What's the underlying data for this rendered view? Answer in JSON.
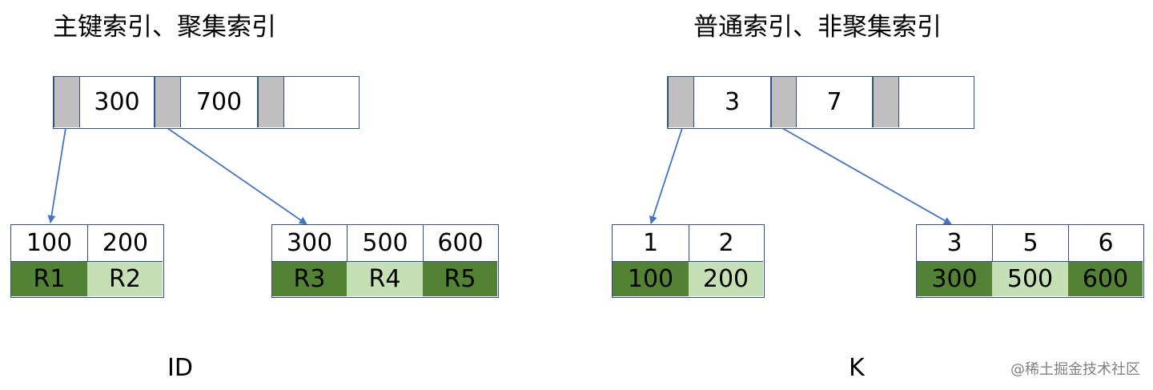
{
  "left": {
    "title": "主键索引、聚集索引",
    "root": [
      "300",
      "700"
    ],
    "leaf1_keys": [
      "100",
      "200"
    ],
    "leaf1_vals": [
      "R1",
      "R2"
    ],
    "leaf2_keys": [
      "300",
      "500",
      "600"
    ],
    "leaf2_vals": [
      "R3",
      "R4",
      "R5"
    ],
    "label": "ID"
  },
  "right": {
    "title": "普通索引、非聚集索引",
    "root": [
      "3",
      "7"
    ],
    "leaf1_keys": [
      "1",
      "2"
    ],
    "leaf1_vals": [
      "100",
      "200"
    ],
    "leaf2_keys": [
      "3",
      "5",
      "6"
    ],
    "leaf2_vals": [
      "300",
      "500",
      "600"
    ],
    "label": "K"
  },
  "watermark": "@稀土掘金技术社区",
  "colors": {
    "dark_green": "#548235",
    "light_green": "#c5e0b4",
    "pointer_gray": "#bfbfbf",
    "arrow_blue": "#4472c4"
  }
}
